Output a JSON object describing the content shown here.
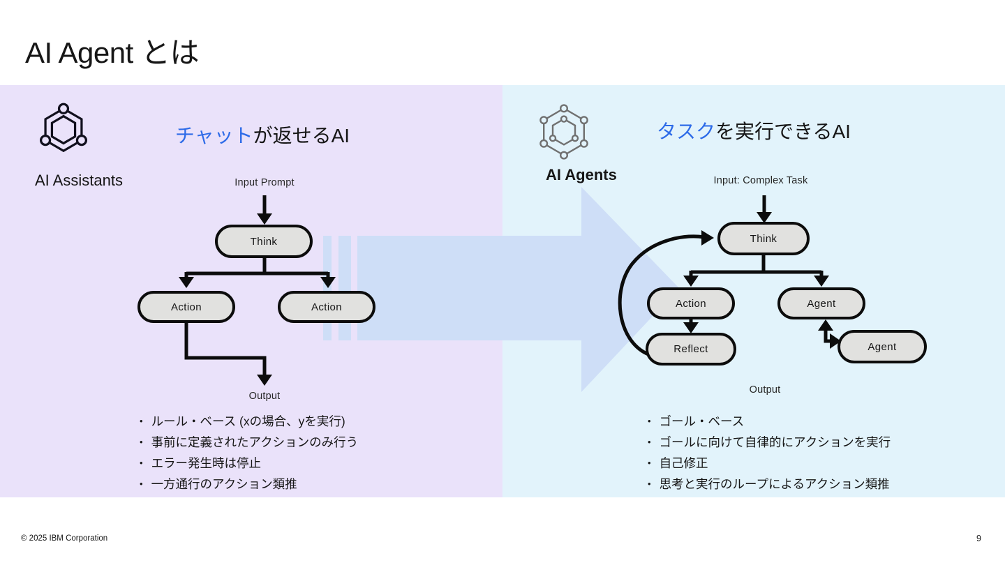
{
  "slide": {
    "title": "AI Agent とは",
    "footer_copyright": "© 2025 IBM Corporation",
    "page_number": "9"
  },
  "left_panel": {
    "label": "AI Assistants",
    "icon": "molecule-hexagon-icon",
    "heading": {
      "accent": "チャット",
      "rest": "が返せるAI"
    },
    "diagram": {
      "input_label": "Input Prompt",
      "output_label": "Output",
      "think": "Think",
      "action_left": "Action",
      "action_right": "Action"
    },
    "bullets": [
      "ルール・ベース (xの場合、yを実行)",
      "事前に定義されたアクションのみ行う",
      "エラー発生時は停止",
      "一方通行のアクション類推"
    ]
  },
  "right_panel": {
    "label": "AI Agents",
    "icon": "network-hexagon-icon",
    "heading": {
      "accent": "タスク",
      "rest": "を実行できるAI"
    },
    "diagram": {
      "input_label": "Input: Complex Task",
      "output_label": "Output",
      "think": "Think",
      "action": "Action",
      "agent_top": "Agent",
      "agent_sub": "Agent",
      "reflect": "Reflect"
    },
    "bullets": [
      "ゴール・ベース",
      "ゴールに向けて自律的にアクションを実行",
      "自己修正",
      "思考と実行のループによるアクション類推"
    ]
  },
  "colors": {
    "accent_blue": "#2d6be8",
    "left_panel_bg": "#eae2fa",
    "right_panel_bg": "#e2f3fb",
    "transition_arrow_fill": "#cedef7",
    "node_fill": "#e1e1df",
    "line_color": "#0c0c0c"
  }
}
